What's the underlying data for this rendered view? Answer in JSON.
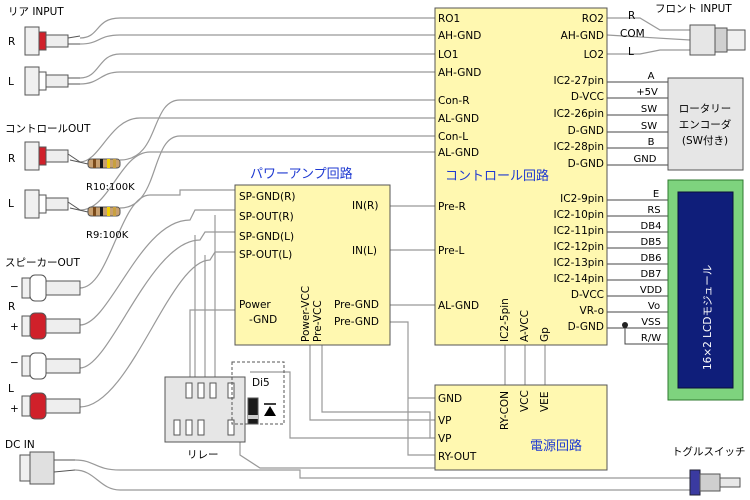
{
  "rear_input": {
    "title": "リア INPUT",
    "r": "R",
    "l": "L"
  },
  "front_input": {
    "title": "フロント INPUT",
    "r": "R",
    "com": "COM",
    "l": "L"
  },
  "control_out": {
    "title": "コントロールOUT",
    "r": "R",
    "l": "L",
    "r10": "R10:100K",
    "r9": "R9:100K"
  },
  "speaker_out": {
    "title": "スピーカーOUT",
    "minus1": "−",
    "r": "R",
    "plus1": "+",
    "minus2": "−",
    "l": "L",
    "plus2": "+"
  },
  "dc_in": "DC IN",
  "relay": "リレー",
  "diode": "Di5",
  "toggle_switch": "トグルスイッチ",
  "control_circuit": {
    "title": "コントロール回路",
    "left_pins": [
      "RO1",
      "AH-GND",
      "LO1",
      "AH-GND",
      "Con-R",
      "AL-GND",
      "Con-L",
      "AL-GND",
      "Pre-R",
      "Pre-L",
      "AL-GND"
    ],
    "right_pins": [
      "RO2",
      "AH-GND",
      "LO2",
      "IC2-27pin",
      "D-VCC",
      "IC2-26pin",
      "D-GND",
      "IC2-28pin",
      "D-GND",
      "IC2-9pin",
      "IC2-10pin",
      "IC2-11pin",
      "IC2-12pin",
      "IC2-13pin",
      "IC2-14pin",
      "D-VCC",
      "VR-o",
      "D-GND"
    ],
    "bottom_pins": [
      "IC2-5pin",
      "A-VCC",
      "Gp"
    ]
  },
  "power_amp": {
    "title": "パワーアンプ回路",
    "left_pins": [
      "SP-GND(R)",
      "SP-OUT(R)",
      "SP-GND(L)",
      "SP-OUT(L)",
      "Power",
      "-GND"
    ],
    "right_pins": [
      "IN(R)",
      "IN(L)",
      "Pre-GND",
      "Pre-GND"
    ],
    "bottom_pins": [
      "Power-VCC",
      "Pre-VCC"
    ]
  },
  "power_circuit": {
    "title": "電源回路",
    "left_pins": [
      "GND",
      "VP",
      "VP",
      "RY-OUT"
    ],
    "top_pins": [
      "RY-CON",
      "VCC",
      "VEE"
    ]
  },
  "rotary_encoder": {
    "line1": "ロータリー",
    "line2": "エンコーダ",
    "line3": "(SW付き)",
    "wire_labels": [
      "A",
      "+5V",
      "SW",
      "SW",
      "B",
      "GND"
    ]
  },
  "lcd": {
    "label": "16×2 LCDモジュール",
    "wire_labels": [
      "E",
      "RS",
      "DB4",
      "DB5",
      "DB6",
      "DB7",
      "VDD",
      "Vo",
      "VSS",
      "R/W"
    ]
  },
  "colors": {
    "yellow_box": "#fff8b0",
    "gray_box": "#e6e6e6",
    "blue_title": "#1f3ad1",
    "lcd_green": "#7ed37e",
    "lcd_screen": "#0f1e7a",
    "red_jack": "#d0202a",
    "wire": "#999999"
  }
}
